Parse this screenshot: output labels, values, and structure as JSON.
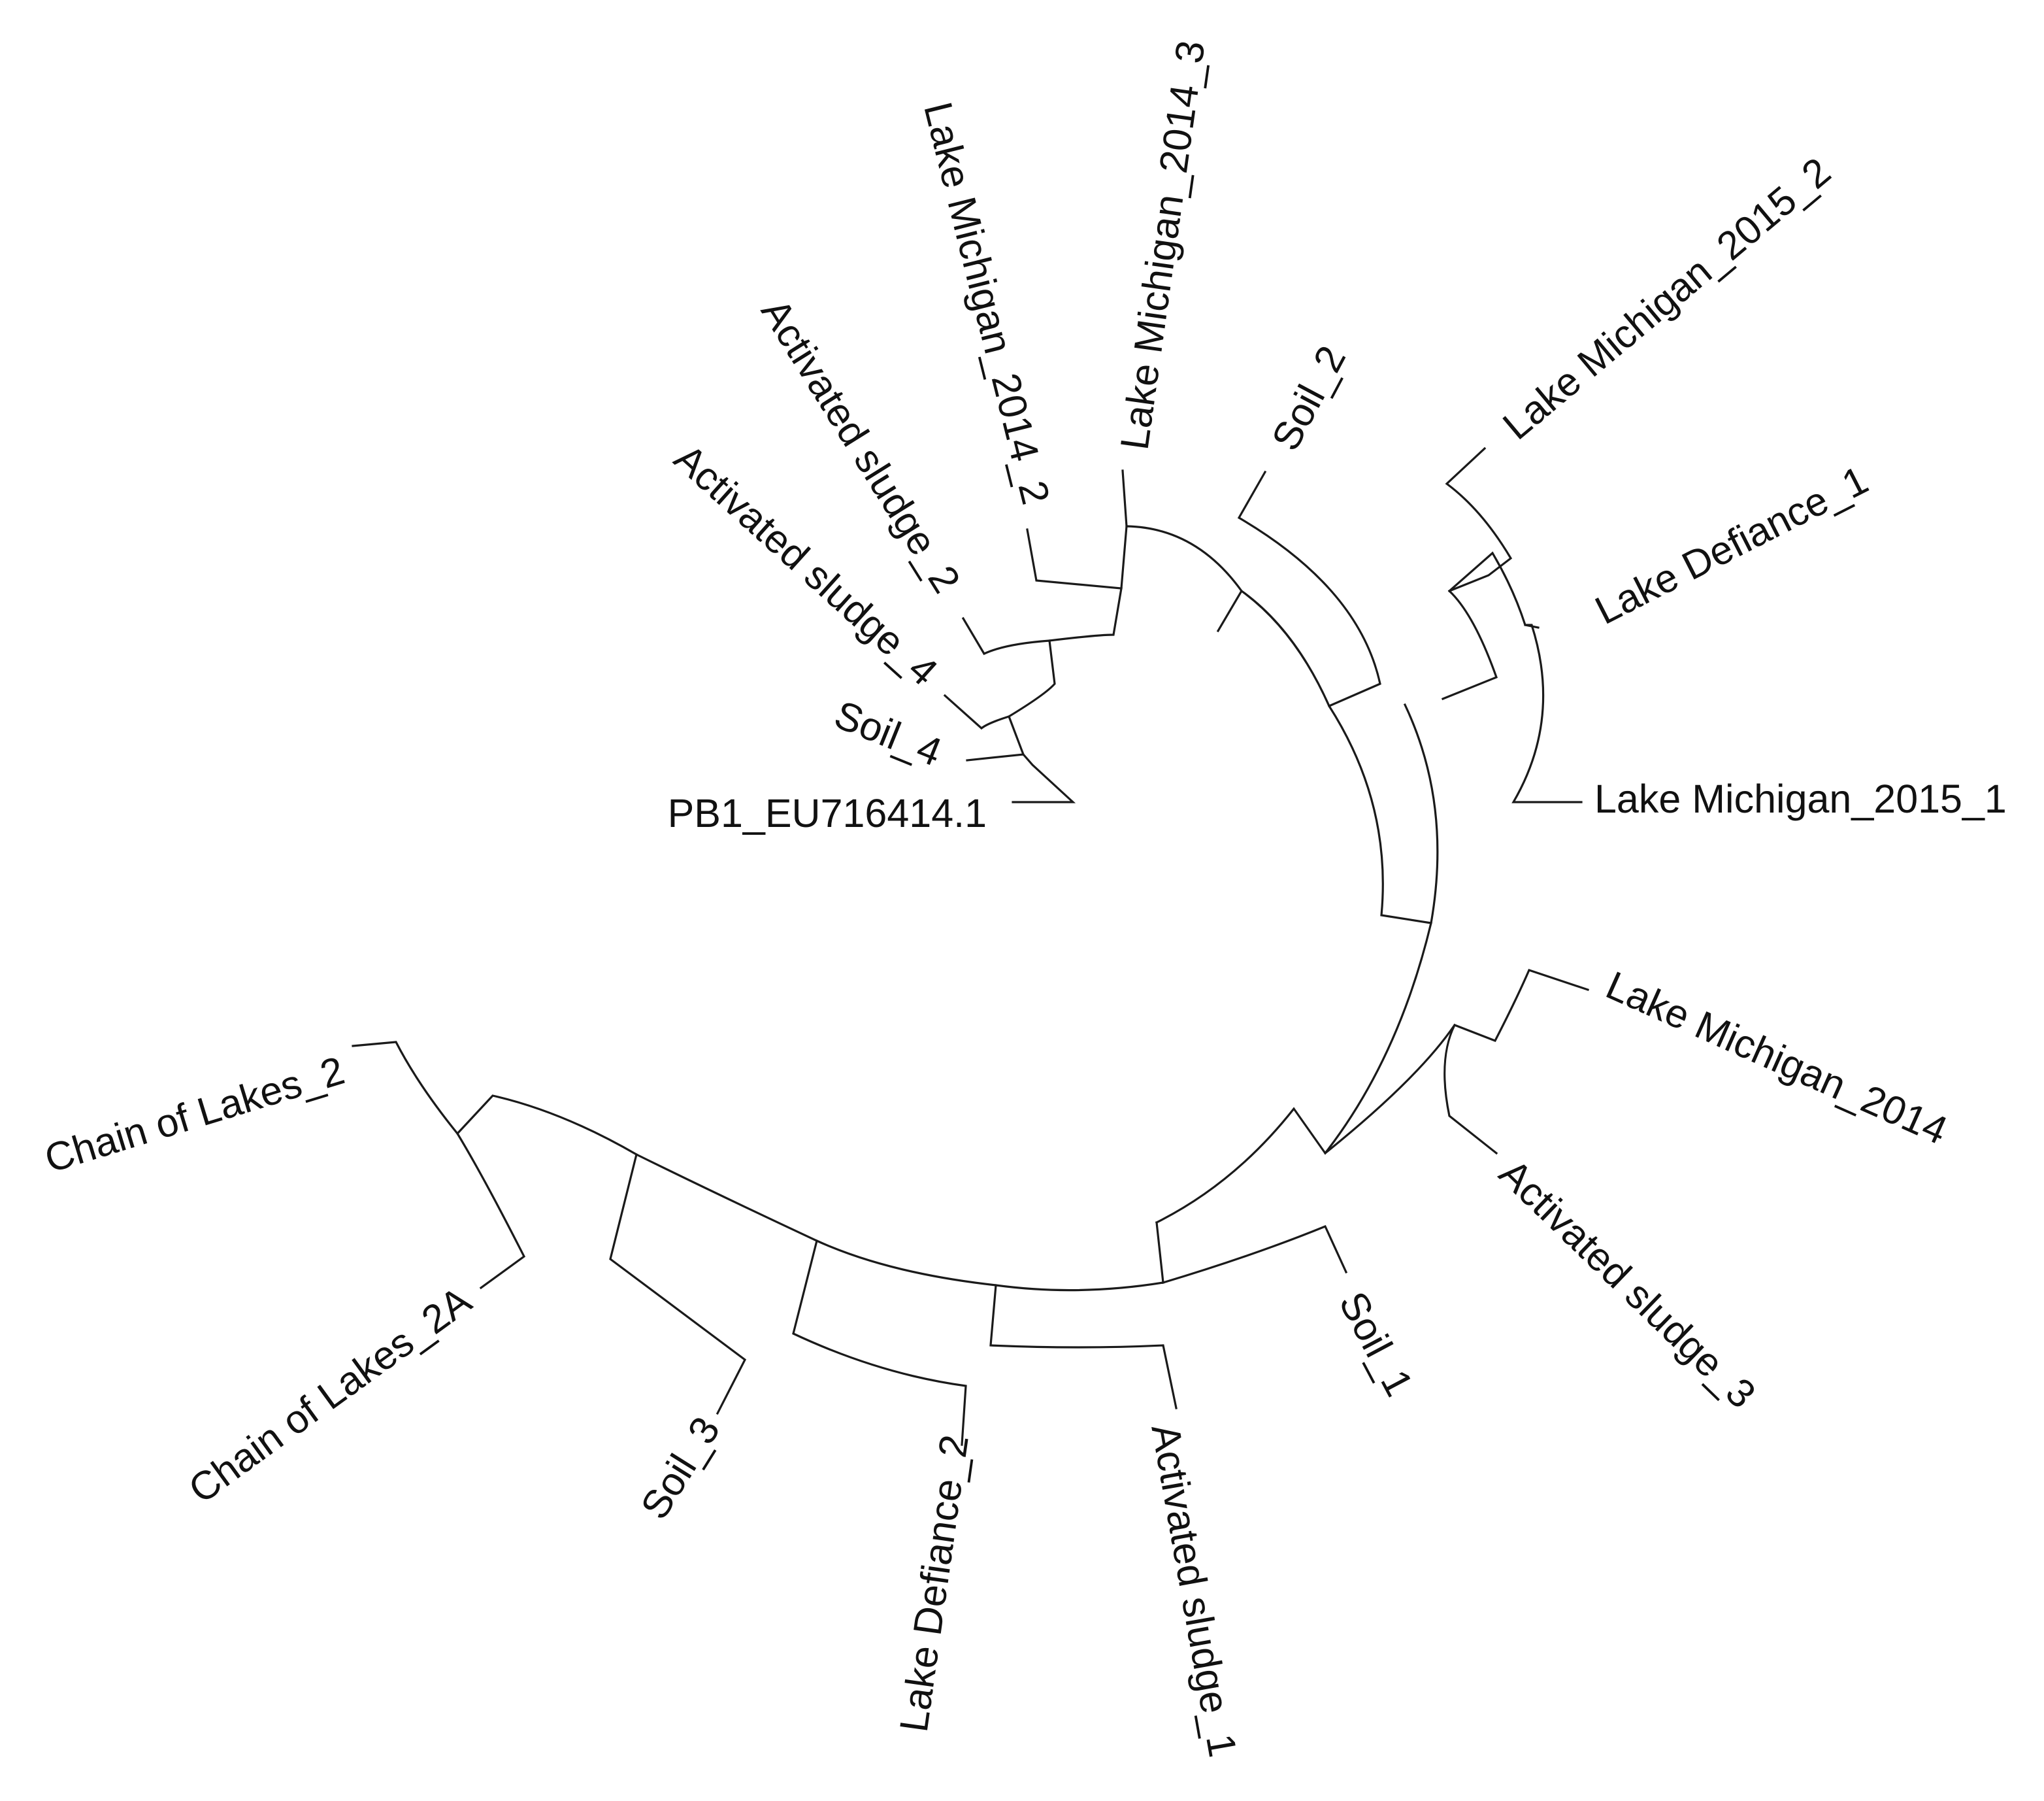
{
  "tree": {
    "labels": {
      "pb1": "PB1_EU716414.1",
      "soil_4": "Soil_4",
      "as_4": "Activated sludge_4",
      "as_2": "Activated sludge_2",
      "lm2014_2": "Lake Michigan_2014_2",
      "lm2014_3": "Lake Michigan_2014_3",
      "soil_2": "Soil_2",
      "lm2015_2": "Lake Michigan_2015_2",
      "ld_1": "Lake Defiance_1",
      "lm2015_1": "Lake Michigan_2015_1",
      "lm2014": "Lake Michigan_2014",
      "as_3": "Activated sludge_3",
      "soil_1": "Soil_1",
      "as_1": "Activated sludge_1",
      "ld_2": "Lake Defiance_2",
      "soil_3": "Soil_3",
      "col_2a": "Chain of Lakes_2A",
      "col_2": "Chain of Lakes_2"
    }
  }
}
